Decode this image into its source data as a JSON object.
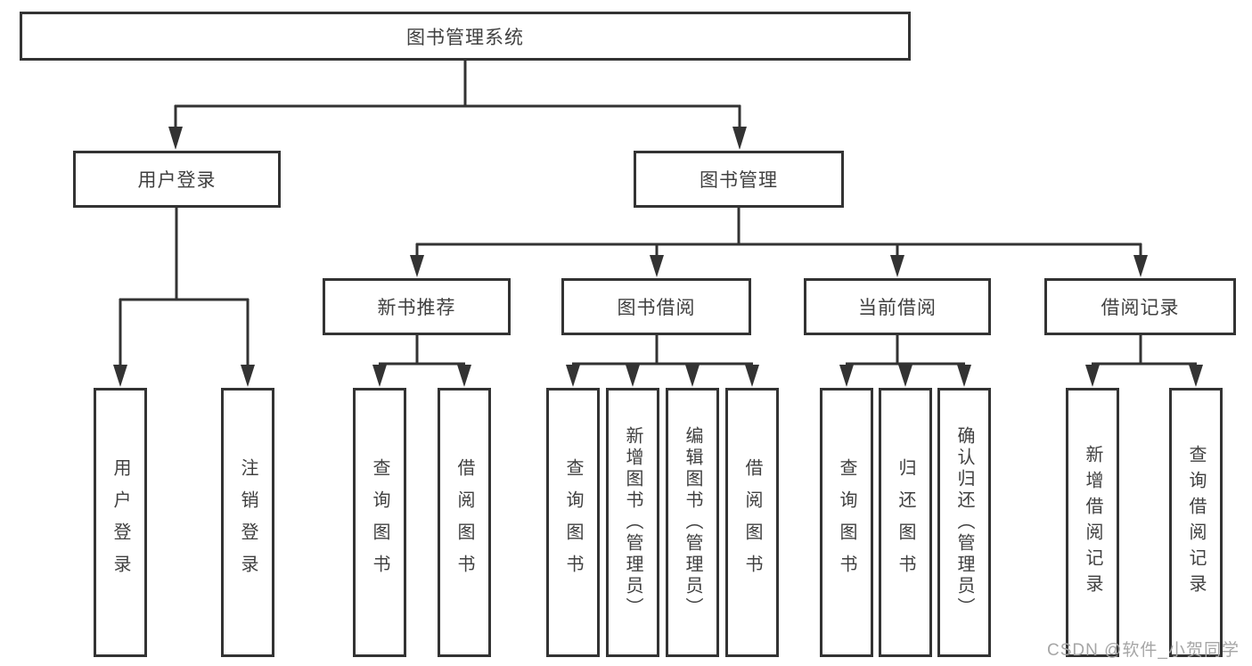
{
  "diagram": {
    "root": {
      "label": "图书管理系统"
    },
    "branches": [
      {
        "label": "用户登录",
        "children": [
          "用户登录",
          "注销登录"
        ]
      },
      {
        "label": "图书管理",
        "children": [
          "新书推荐",
          "图书借阅",
          "当前借阅",
          "借阅记录"
        ]
      }
    ],
    "sections": [
      {
        "label": "新书推荐",
        "children": [
          "查询图书",
          "借阅图书"
        ]
      },
      {
        "label": "图书借阅",
        "children": [
          "查询图书",
          "新增图书（管理员）",
          "编辑图书（管理员）",
          "借阅图书"
        ]
      },
      {
        "label": "当前借阅",
        "children": [
          "查询图书",
          "归还图书",
          "确认归还（管理员）"
        ]
      },
      {
        "label": "借阅记录",
        "children": [
          "新增借阅记录",
          "查询借阅记录"
        ]
      }
    ],
    "watermark": "CSDN @软件_小贺同学",
    "colors": {
      "line": "#333333",
      "box_border": "#333333",
      "text": "#404040",
      "background": "#ffffff",
      "watermark": "#a6a6a6"
    }
  }
}
